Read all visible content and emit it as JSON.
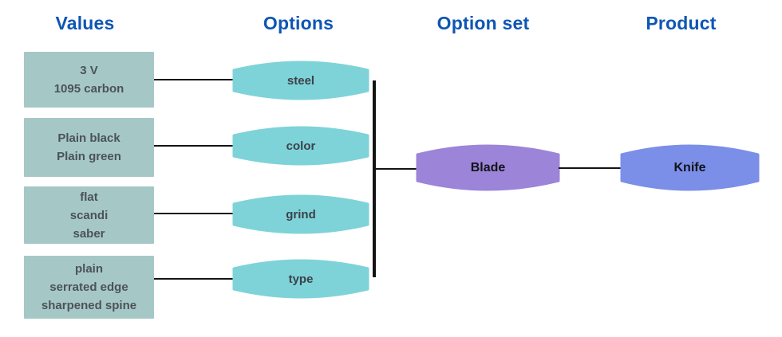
{
  "headers": [
    {
      "label": "Values"
    },
    {
      "label": "Options"
    },
    {
      "label": "Option set"
    },
    {
      "label": "Product"
    }
  ],
  "value_boxes": [
    {
      "lines": [
        "3 V",
        "1095 carbon"
      ]
    },
    {
      "lines": [
        "Plain black",
        "Plain green"
      ]
    },
    {
      "lines": [
        "flat",
        "scandi",
        "saber"
      ]
    },
    {
      "lines": [
        "plain",
        "serrated edge",
        "sharpened spine"
      ]
    }
  ],
  "options": [
    {
      "label": "steel"
    },
    {
      "label": "color"
    },
    {
      "label": "grind"
    },
    {
      "label": "type"
    }
  ],
  "option_set": {
    "label": "Blade"
  },
  "product": {
    "label": "Knife"
  },
  "colors": {
    "header_text": "#0e56b4",
    "value_box_fill": "#a5c8c7",
    "value_box_text": "#4c5258",
    "option_fill": "#7ed3d9",
    "option_text": "#3b4248",
    "option_set_fill": "#9c84d8",
    "product_fill": "#7b8ee8",
    "node_text": "#111418",
    "line_color": "#141414"
  }
}
